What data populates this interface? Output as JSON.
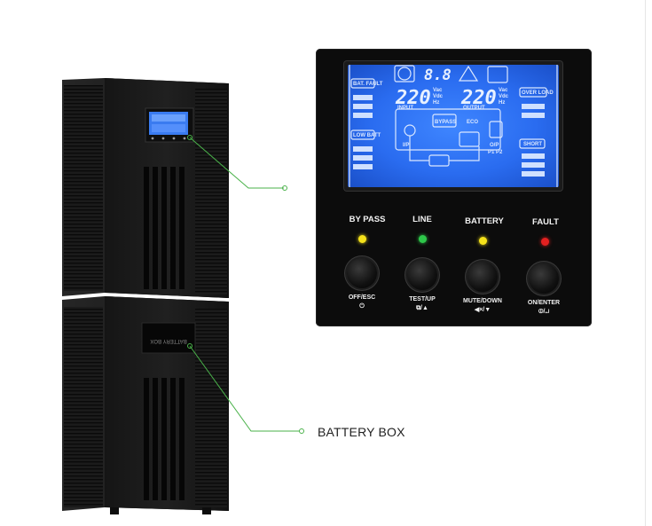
{
  "panel": {
    "indicators": [
      {
        "label": "BY PASS",
        "color": "#f5e21a"
      },
      {
        "label": "LINE",
        "color": "#2ec84a"
      },
      {
        "label": "BATTERY",
        "color": "#f5e21a"
      },
      {
        "label": "FAULT",
        "color": "#e32020"
      }
    ],
    "buttons": [
      {
        "label": "OFF/ESC",
        "symbol": "⏻"
      },
      {
        "label": "TEST/UP",
        "symbol": "⧉/▲"
      },
      {
        "label": "MUTE/DOWN",
        "symbol": "◀×/▼"
      },
      {
        "label": "ON/ENTER",
        "symbol": "⏼/↵"
      }
    ]
  },
  "lcd": {
    "load_digits": "8.8",
    "input_voltage": "220",
    "output_voltage": "220",
    "input_label": "INPUT",
    "output_label": "OUTPUT",
    "unit_vac": "Vac",
    "unit_vdc": "Vdc",
    "unit_hz": "Hz",
    "bat_fault": "BAT. FAULT",
    "low_batt": "LOW BATT",
    "over_load": "OVER LOAD",
    "short": "SHORT",
    "bypass": "BYPASS",
    "ip": "I/P",
    "op": "O/P",
    "eco": "ECO",
    "p1p2": "P1 P2"
  },
  "tower": {
    "battery_box_text": "BATTERY BOX"
  },
  "callout": {
    "label": "BATTERY BOX"
  },
  "colors": {
    "callout_line": "#4ab24a",
    "lcd_blue": "#2a6cf0"
  }
}
